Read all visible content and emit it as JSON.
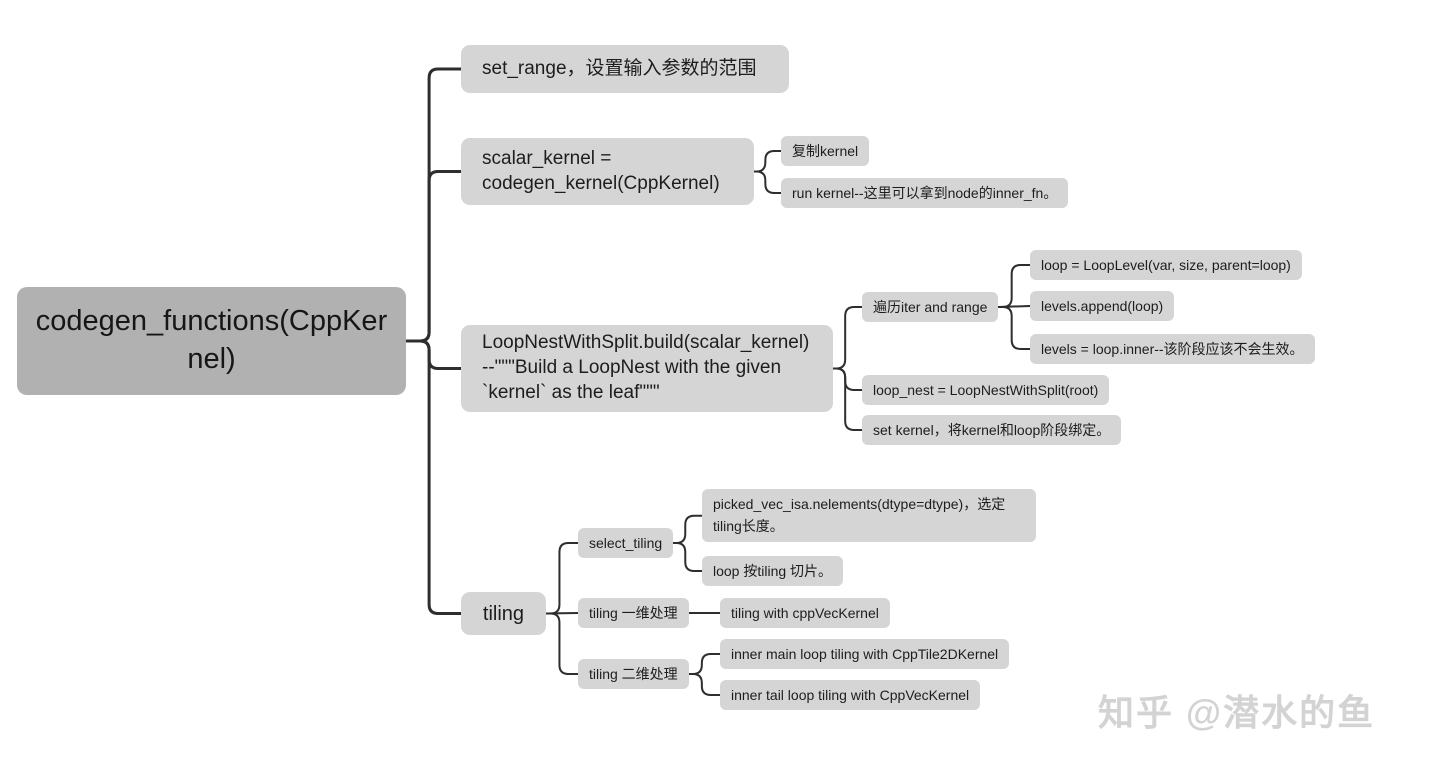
{
  "title": "codegen_functions mind map",
  "colors": {
    "background": "#ffffff",
    "root_bg": "#b1b1b1",
    "node_bg": "#d5d5d5",
    "line": "#2e2e2e",
    "text": "#1d1d1d",
    "watermark": "#d3d3d3"
  },
  "nodes": {
    "root": {
      "label": "codegen_functions(CppKernel)"
    },
    "set_range": {
      "label": "set_range，设置输入参数的范围"
    },
    "scalar_kernel": {
      "label": "scalar_kernel = codegen_kernel(CppKernel)"
    },
    "copy_kernel": {
      "label": "复制kernel"
    },
    "run_kernel": {
      "label": "run kernel--这里可以拿到node的inner_fn。"
    },
    "loopnest": {
      "label": "LoopNestWithSplit.build(scalar_kernel)--\"\"\"Build a LoopNest with the given `kernel` as the leaf\"\"\""
    },
    "iter_range": {
      "label": "遍历iter and range"
    },
    "loop_level": {
      "label": "loop = LoopLevel(var, size, parent=loop)"
    },
    "levels_append": {
      "label": "levels.append(loop)"
    },
    "levels_inner": {
      "label": "levels = loop.inner--该阶段应该不会生效。"
    },
    "loop_nest_root": {
      "label": "loop_nest = LoopNestWithSplit(root)"
    },
    "set_kernel": {
      "label": "set kernel，将kernel和loop阶段绑定。"
    },
    "tiling": {
      "label": "tiling"
    },
    "select_tiling": {
      "label": "select_tiling"
    },
    "picked_vec": {
      "label": "picked_vec_isa.nelements(dtype=dtype)，选定tiling长度。"
    },
    "loop_slice": {
      "label": "loop 按tiling 切片。"
    },
    "tiling_1d": {
      "label": "tiling 一维处理"
    },
    "tiling_1d_vec": {
      "label": "tiling with cppVecKernel"
    },
    "tiling_2d": {
      "label": "tiling 二维处理"
    },
    "tiling_2d_main": {
      "label": "inner main loop tiling with CppTile2DKernel"
    },
    "tiling_2d_tail": {
      "label": "inner tail loop tiling with CppVecKernel"
    }
  },
  "edges": [
    [
      "root",
      "set_range"
    ],
    [
      "root",
      "scalar_kernel"
    ],
    [
      "root",
      "loopnest"
    ],
    [
      "root",
      "tiling"
    ],
    [
      "scalar_kernel",
      "copy_kernel"
    ],
    [
      "scalar_kernel",
      "run_kernel"
    ],
    [
      "loopnest",
      "iter_range"
    ],
    [
      "loopnest",
      "loop_nest_root"
    ],
    [
      "loopnest",
      "set_kernel"
    ],
    [
      "iter_range",
      "loop_level"
    ],
    [
      "iter_range",
      "levels_append"
    ],
    [
      "iter_range",
      "levels_inner"
    ],
    [
      "tiling",
      "select_tiling"
    ],
    [
      "tiling",
      "tiling_1d"
    ],
    [
      "tiling",
      "tiling_2d"
    ],
    [
      "select_tiling",
      "picked_vec"
    ],
    [
      "select_tiling",
      "loop_slice"
    ],
    [
      "tiling_1d",
      "tiling_1d_vec"
    ],
    [
      "tiling_2d",
      "tiling_2d_main"
    ],
    [
      "tiling_2d",
      "tiling_2d_tail"
    ]
  ],
  "watermark": {
    "text": "知乎 @潜水的鱼"
  }
}
